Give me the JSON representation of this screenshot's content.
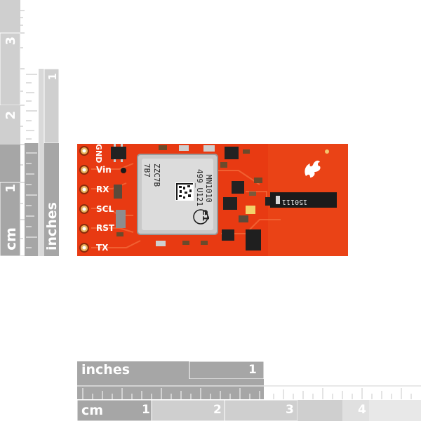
{
  "left_ruler_cm": {
    "unit_label": "cm",
    "numbers": [
      "1",
      "2",
      "3"
    ]
  },
  "left_ruler_inches": {
    "unit_label": "inches",
    "numbers": [
      "1"
    ]
  },
  "bottom_ruler_inches": {
    "unit_label": "inches",
    "numbers": [
      "1"
    ]
  },
  "bottom_ruler_cm": {
    "unit_label": "cm",
    "numbers": [
      "1",
      "2",
      "3",
      "4"
    ]
  },
  "board": {
    "pins": [
      "GND",
      "Vin",
      "RX",
      "SCL",
      "RST",
      "TX"
    ],
    "module_text": [
      "MN1010",
      "499_U121",
      "ZZC7B",
      "7B7"
    ],
    "module_mark": "e1",
    "antenna_text": "150111"
  },
  "colors": {
    "board": "#e83a12",
    "ruler_dark": "#a6a6a6",
    "ruler_light": "#cfcfcf"
  }
}
